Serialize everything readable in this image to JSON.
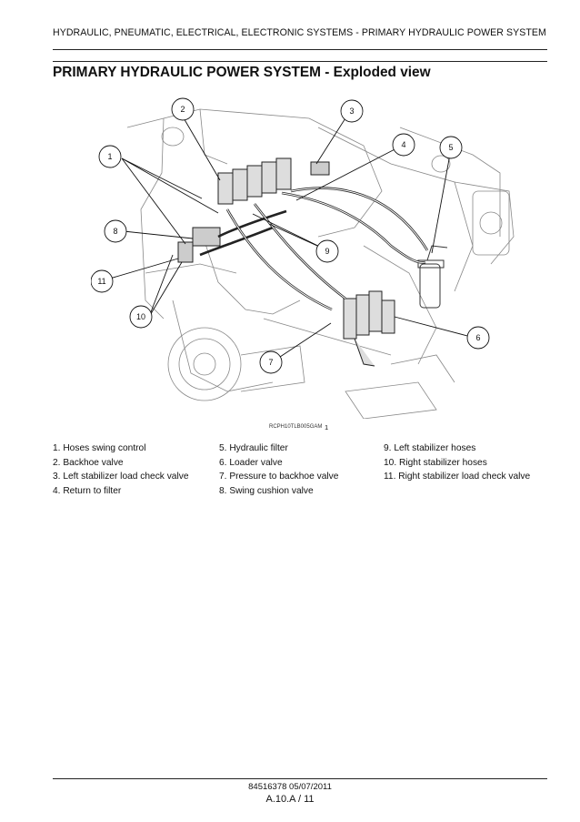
{
  "header": {
    "section_title": "HYDRAULIC, PNEUMATIC, ELECTRICAL, ELECTRONIC SYSTEMS - PRIMARY HYDRAULIC POWER SYSTEM"
  },
  "page_title": "PRIMARY HYDRAULIC POWER SYSTEM - Exploded view",
  "figure": {
    "code": "RCPH10TLB005GAM",
    "number": "1",
    "callouts": [
      "1",
      "2",
      "3",
      "4",
      "5",
      "6",
      "7",
      "8",
      "9",
      "10",
      "11"
    ]
  },
  "legend": {
    "col1": [
      "1. Hoses swing control",
      "2. Backhoe valve",
      "3. Left stabilizer load check valve",
      "4. Return to filter"
    ],
    "col2": [
      "5. Hydraulic filter",
      "6. Loader valve",
      "7. Pressure to backhoe valve",
      "8. Swing cushion valve"
    ],
    "col3": [
      "9. Left stabilizer hoses",
      "10. Right stabilizer hoses",
      "11. Right stabilizer load check valve"
    ]
  },
  "footer": {
    "doc_ref": "84516378 05/07/2011",
    "page_ref": "A.10.A / 11"
  }
}
